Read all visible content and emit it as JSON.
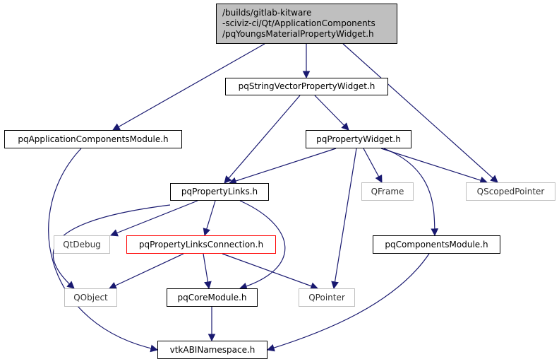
{
  "diagram": {
    "type": "include-dependency-graph",
    "edge_color": "#191970",
    "nodes": [
      {
        "id": "root",
        "label_lines": [
          "/builds/gitlab-kitware",
          "-sciviz-ci/Qt/ApplicationComponents",
          "/pqYoungsMaterialPropertyWidget.h"
        ],
        "style": "root"
      },
      {
        "id": "svpw",
        "label": "pqStringVectorPropertyWidget.h",
        "style": "normal"
      },
      {
        "id": "acm",
        "label": "pqApplicationComponentsModule.h",
        "style": "normal"
      },
      {
        "id": "pw",
        "label": "pqPropertyWidget.h",
        "style": "normal"
      },
      {
        "id": "pl",
        "label": "pqPropertyLinks.h",
        "style": "normal"
      },
      {
        "id": "qframe",
        "label": "QFrame",
        "style": "external"
      },
      {
        "id": "qsp",
        "label": "QScopedPointer",
        "style": "external"
      },
      {
        "id": "qtdebug",
        "label": "QtDebug",
        "style": "external"
      },
      {
        "id": "plc",
        "label": "pqPropertyLinksConnection.h",
        "style": "highlight"
      },
      {
        "id": "cm",
        "label": "pqComponentsModule.h",
        "style": "normal"
      },
      {
        "id": "qobject",
        "label": "QObject",
        "style": "external"
      },
      {
        "id": "core",
        "label": "pqCoreModule.h",
        "style": "normal"
      },
      {
        "id": "qpointer",
        "label": "QPointer",
        "style": "external"
      },
      {
        "id": "vtkabi",
        "label": "vtkABINamespace.h",
        "style": "normal"
      }
    ],
    "edges": [
      [
        "root",
        "svpw"
      ],
      [
        "root",
        "acm"
      ],
      [
        "root",
        "qsp"
      ],
      [
        "svpw",
        "pl"
      ],
      [
        "svpw",
        "pw"
      ],
      [
        "acm",
        "vtkabi"
      ],
      [
        "pw",
        "pl"
      ],
      [
        "pw",
        "qframe"
      ],
      [
        "pw",
        "qsp"
      ],
      [
        "pw",
        "qpointer"
      ],
      [
        "pw",
        "cm"
      ],
      [
        "pl",
        "qtdebug"
      ],
      [
        "pl",
        "plc"
      ],
      [
        "pl",
        "qobject"
      ],
      [
        "pl",
        "core"
      ],
      [
        "plc",
        "qobject"
      ],
      [
        "plc",
        "core"
      ],
      [
        "plc",
        "qpointer"
      ],
      [
        "core",
        "vtkabi"
      ],
      [
        "cm",
        "vtkabi"
      ]
    ]
  }
}
